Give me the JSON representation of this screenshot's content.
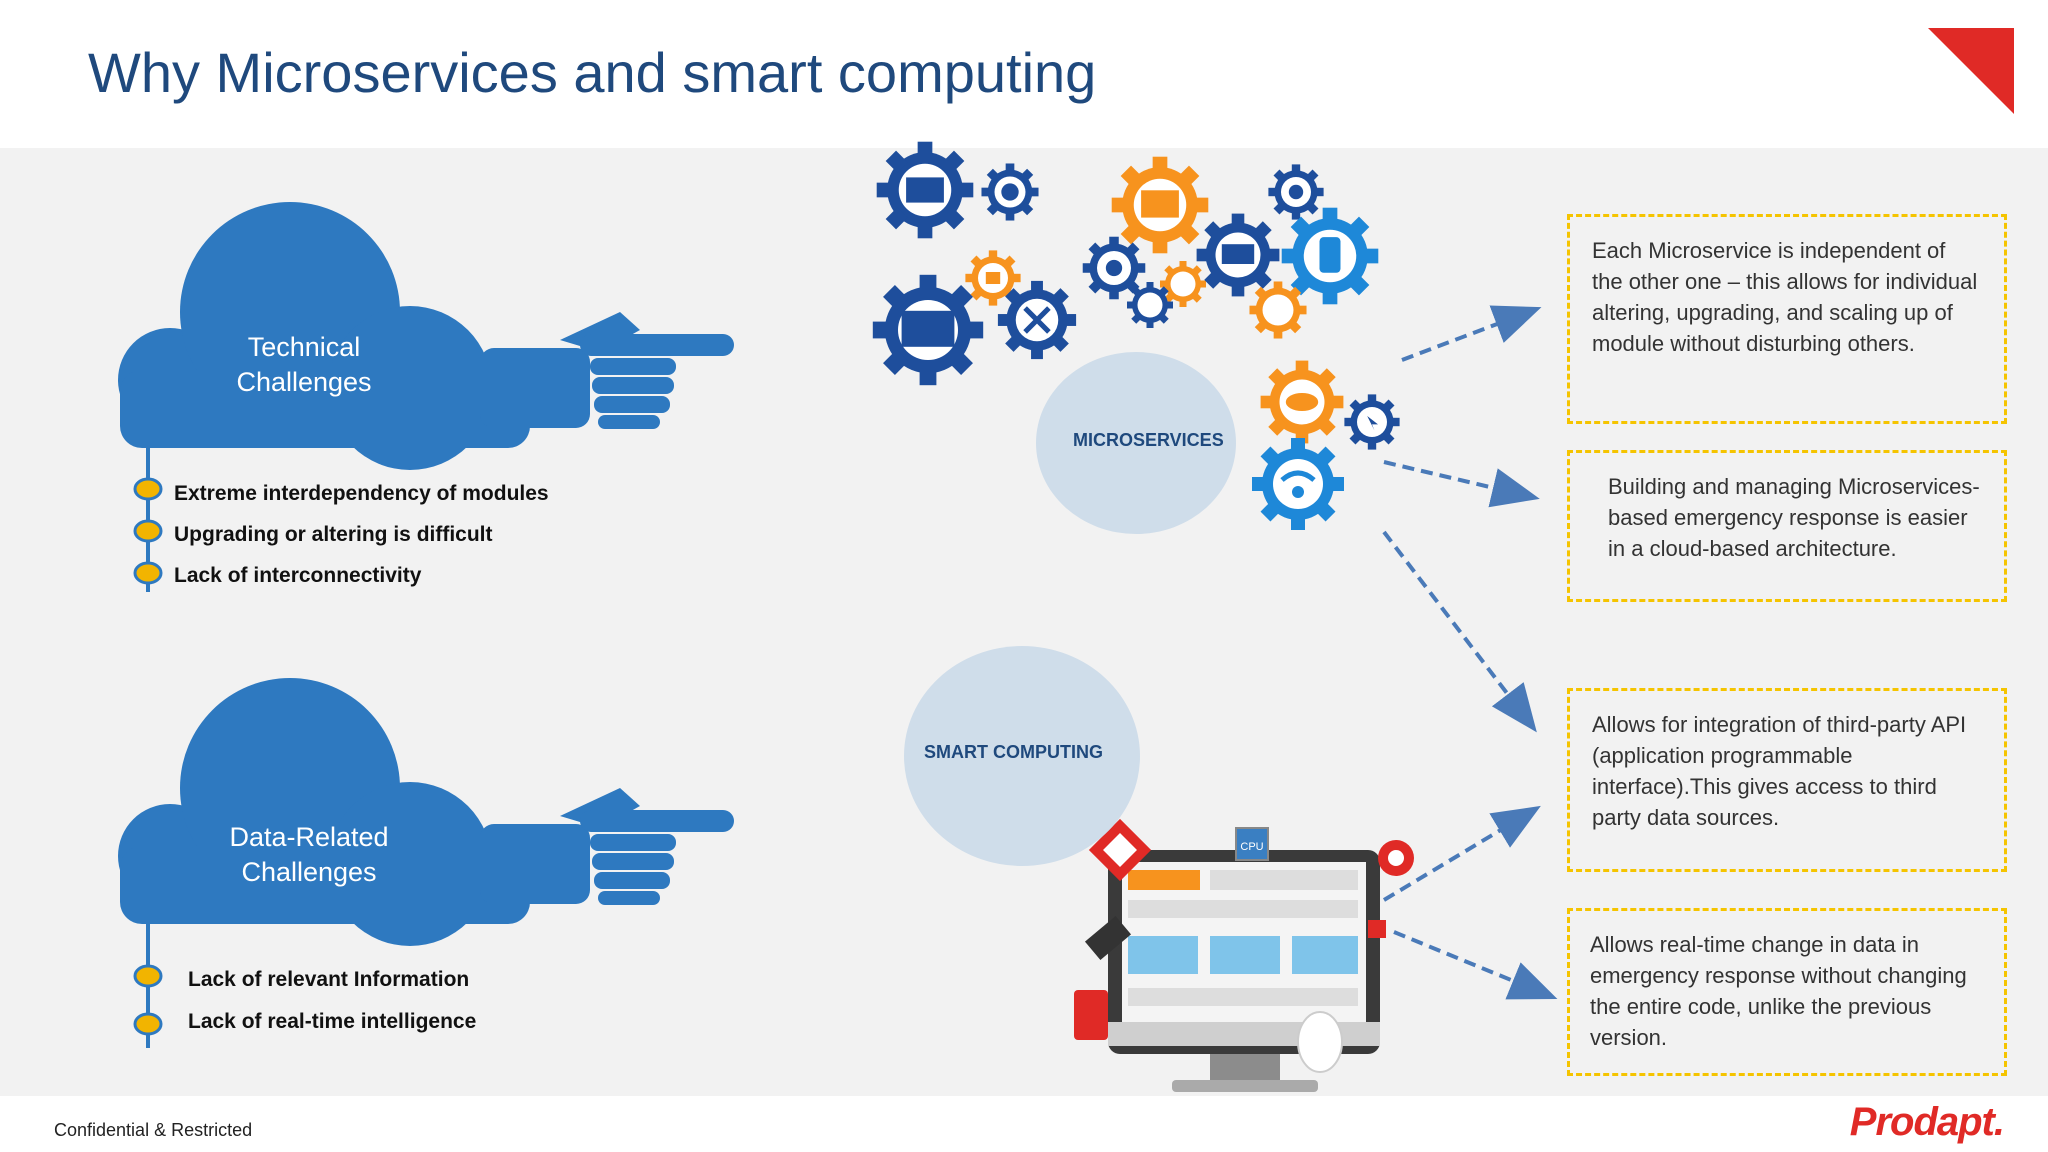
{
  "slide": {
    "title": "Why Microservices and smart computing",
    "footer_left": "Confidential & Restricted",
    "footer_logo": "Prodapt."
  },
  "colors": {
    "title": "#1F497D",
    "cloud": "#2E79C0",
    "bullet": "#F2B400",
    "box_border": "#F5C400",
    "arrow": "#4A7AB8",
    "circle": "#CFDDEA",
    "accent_red": "#E02A26"
  },
  "challenges": [
    {
      "label": "Technical Challenges",
      "bullets": [
        "Extreme interdependency of modules",
        "Upgrading or altering is difficult",
        "Lack of interconnectivity"
      ]
    },
    {
      "label": "Data-Related Challenges",
      "bullets": [
        "Lack of relevant Information",
        "Lack of real-time intelligence"
      ]
    }
  ],
  "circles": {
    "microservices": "MICROSERVICES",
    "smart_computing": "SMART COMPUTING"
  },
  "benefits": [
    "Each Microservice is independent of the other one – this allows for individual altering, upgrading, and scaling up of module without disturbing others.",
    "Building and managing Microservices-based emergency response is easier in a cloud-based architecture.",
    "Allows for integration of third-party API (application programmable interface).This gives access to third party data sources.",
    "Allows real-time change in data in emergency response without changing the entire code, unlike the previous version."
  ],
  "icons": {
    "gears": "gears-cluster-icon",
    "computer": "computer-dashboard-icon",
    "cpu_label": "CPU"
  }
}
